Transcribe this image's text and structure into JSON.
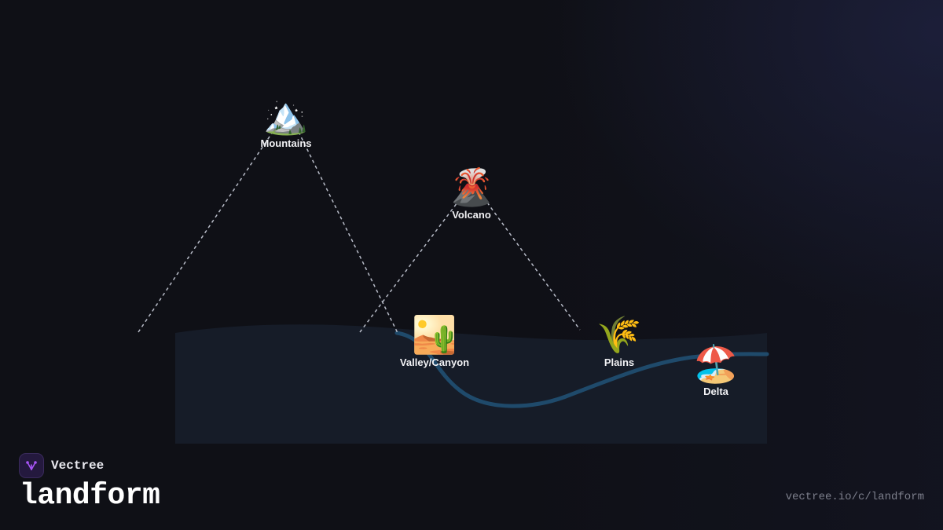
{
  "brand": {
    "name": "Vectree",
    "title": "landform",
    "url": "vectree.io/c/landform",
    "accent": "#a855f7"
  },
  "diagram": {
    "nodes": [
      {
        "id": "mountains",
        "label": "Mountains",
        "emoji": "🏔️"
      },
      {
        "id": "volcano",
        "label": "Volcano",
        "emoji": "🌋"
      },
      {
        "id": "valley",
        "label": "Valley/Canyon",
        "emoji": "🏜️"
      },
      {
        "id": "plains",
        "label": "Plains",
        "emoji": "🌾"
      },
      {
        "id": "delta",
        "label": "Delta",
        "emoji": "🏖️"
      }
    ],
    "colors": {
      "ground": "#161c28",
      "river": "#1f4a6b",
      "guide_lines": "#b8bcc8"
    }
  }
}
